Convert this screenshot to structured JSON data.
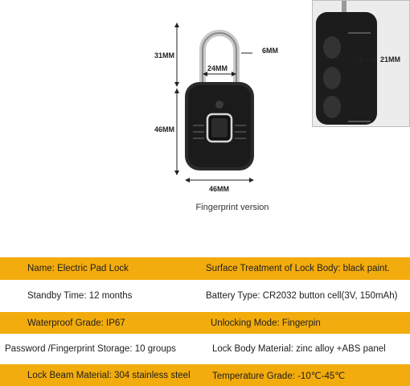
{
  "product": {
    "caption": "Fingerprint version",
    "dimensions": {
      "shackle_height": "31MM",
      "shackle_thickness": "6MM",
      "shackle_inner_width": "24MM",
      "body_height": "46MM",
      "body_width": "46MM",
      "body_depth": "21MM"
    }
  },
  "specs": [
    {
      "left": "Name: Electric Pad Lock",
      "right": "Surface Treatment of Lock Body: black paint.",
      "band_color": "#f3ac0d"
    },
    {
      "left": "Standby Time: 12 months",
      "right": "Battery Type: CR2032 button cell(3V, 150mAh)",
      "band_color": "#ffffff"
    },
    {
      "left": "Waterproof Grade: IP67",
      "right": "Unlocking Mode:  Fingerpin",
      "band_color": "#f3ac0d"
    },
    {
      "left": "Password /Fingerprint Storage: 10 groups",
      "right": "Lock Body Material: zinc alloy +ABS panel",
      "band_color": "#ffffff"
    },
    {
      "left": "Lock Beam Material: 304 stainless steel",
      "right": "Temperature Grade: -10℃-45℃",
      "band_color": "#f3ac0d"
    }
  ]
}
